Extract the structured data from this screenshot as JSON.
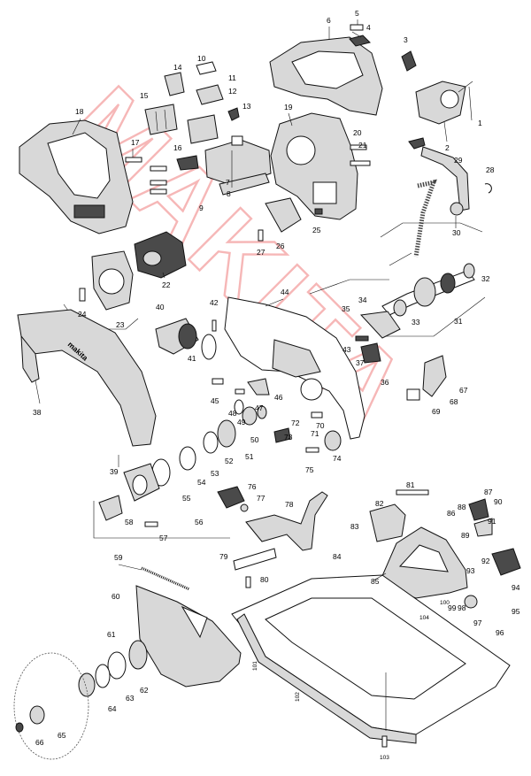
{
  "diagram": {
    "watermark": "MAKITA",
    "logo_text": "makita",
    "labels": [
      "1",
      "2",
      "3",
      "4",
      "5",
      "6",
      "7",
      "8",
      "9",
      "10",
      "11",
      "12",
      "13",
      "14",
      "15",
      "16",
      "17",
      "18",
      "19",
      "20",
      "21",
      "22",
      "23",
      "24",
      "25",
      "26",
      "27",
      "28",
      "29",
      "30",
      "31",
      "32",
      "33",
      "34",
      "35",
      "36",
      "37",
      "38",
      "39",
      "40",
      "41",
      "42",
      "43",
      "44",
      "45",
      "46",
      "47",
      "48",
      "49",
      "50",
      "51",
      "52",
      "53",
      "54",
      "55",
      "56",
      "57",
      "58",
      "59",
      "60",
      "61",
      "62",
      "63",
      "64",
      "65",
      "66",
      "67",
      "68",
      "69",
      "70",
      "71",
      "72",
      "73",
      "74",
      "75",
      "76",
      "77",
      "78",
      "79",
      "80",
      "81",
      "82",
      "83",
      "84",
      "85",
      "86",
      "87",
      "88",
      "89",
      "90",
      "91",
      "92",
      "93",
      "94",
      "95",
      "96",
      "97",
      "98",
      "99",
      "100",
      "101",
      "102",
      "103",
      "104"
    ]
  },
  "colors": {
    "watermark": "#f3a0a0",
    "line": "#111111",
    "part_fill": "#d8d8d8"
  }
}
